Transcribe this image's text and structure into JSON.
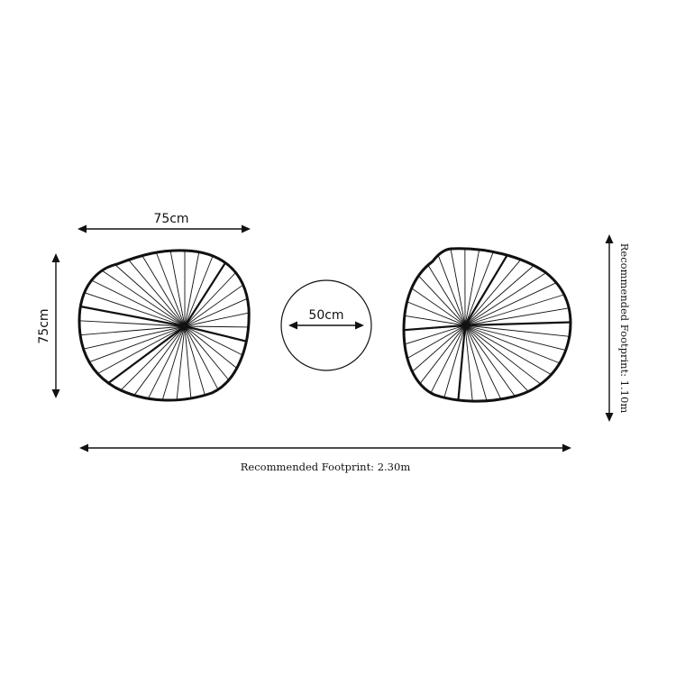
{
  "dimensions": {
    "chair_width": "75cm",
    "chair_depth": "75cm",
    "table_diameter": "50cm",
    "footprint_width": "Recommended Footprint: 2.30m",
    "footprint_depth": "Recommended Footprint: 1.10m"
  },
  "colors": {
    "ink": "#111111",
    "background": "#ffffff"
  }
}
